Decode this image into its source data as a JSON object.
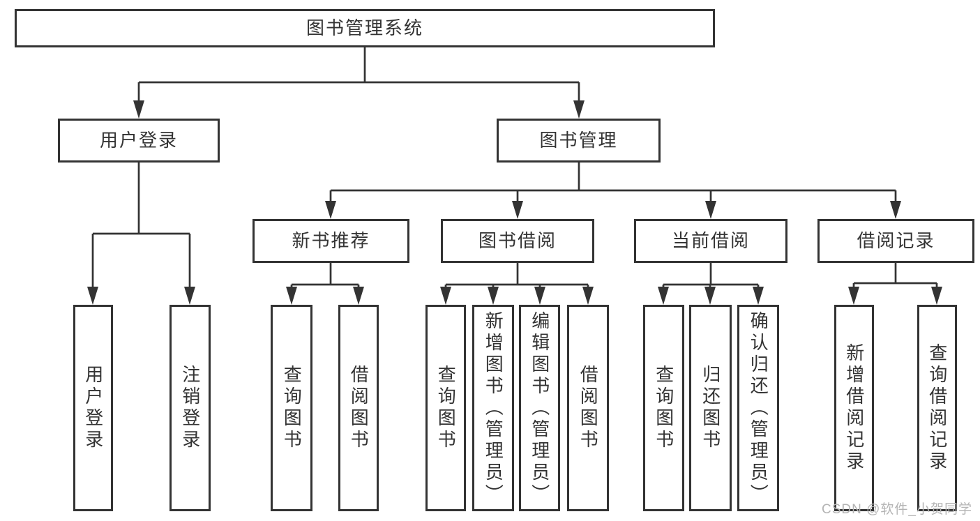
{
  "diagram": {
    "root": "图书管理系统",
    "user_login": {
      "label": "用户登录",
      "children": [
        "用户登录",
        "注销登录"
      ]
    },
    "book_management": {
      "label": "图书管理",
      "sections": {
        "new_book_recommend": {
          "label": "新书推荐",
          "children": [
            "查询图书",
            "借阅图书"
          ]
        },
        "book_borrow": {
          "label": "图书借阅",
          "children": [
            "查询图书",
            "新增图书（管理员）",
            "编辑图书（管理员）",
            "借阅图书"
          ]
        },
        "current_borrow": {
          "label": "当前借阅",
          "children": [
            "查询图书",
            "归还图书",
            "确认归还（管理员）"
          ]
        },
        "borrow_record": {
          "label": "借阅记录",
          "children": [
            "新增借阅记录",
            "查询借阅记录"
          ]
        }
      }
    }
  },
  "watermark": "CSDN @软件_小贺同学",
  "colors": {
    "line": "#333333",
    "box_border": "#333333",
    "text": "#333333",
    "watermark": "#b4b4b4",
    "background": "#ffffff"
  }
}
